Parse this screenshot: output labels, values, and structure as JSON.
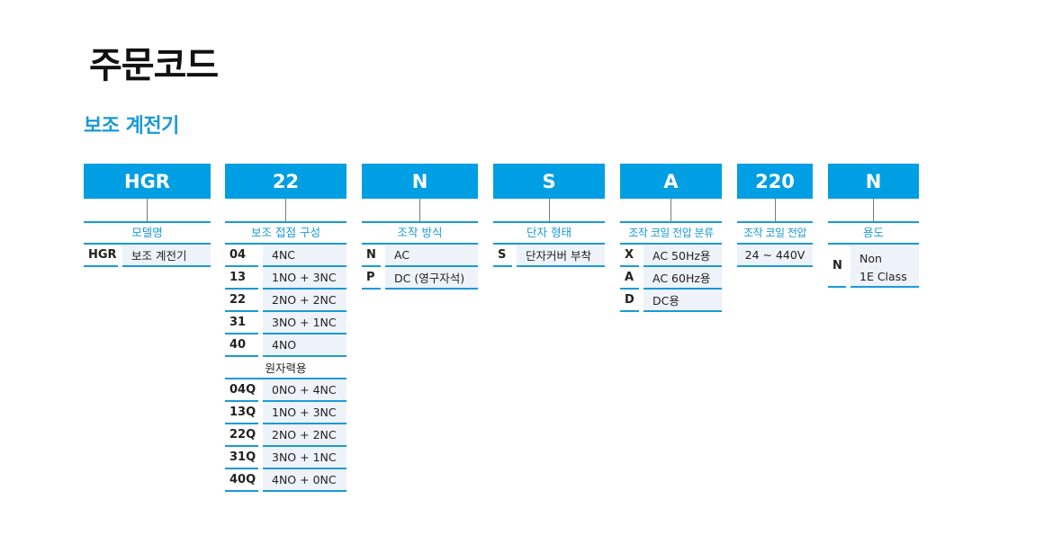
{
  "title": "주문코드",
  "subtitle": "보조 계전기",
  "columns": [
    {
      "code": "HGR",
      "label": "모델명",
      "rows": [
        {
          "code": "HGR",
          "desc": "보조 계전기"
        }
      ]
    },
    {
      "code": "22",
      "label": "보조 접점 구성",
      "rows": [
        {
          "code": "04",
          "desc": "4NC"
        },
        {
          "code": "13",
          "desc": "1NO + 3NC"
        },
        {
          "code": "22",
          "desc": "2NO + 2NC"
        },
        {
          "code": "31",
          "desc": "3NO + 1NC"
        },
        {
          "code": "40",
          "desc": "4NO"
        }
      ],
      "subheader": "원자력용",
      "rows2": [
        {
          "code": "04Q",
          "desc": "0NO + 4NC"
        },
        {
          "code": "13Q",
          "desc": "1NO + 3NC"
        },
        {
          "code": "22Q",
          "desc": "2NO + 2NC"
        },
        {
          "code": "31Q",
          "desc": "3NO + 1NC"
        },
        {
          "code": "40Q",
          "desc": "4NO + 0NC"
        }
      ]
    },
    {
      "code": "N",
      "label": "조작 방식",
      "rows": [
        {
          "code": "N",
          "desc": "AC"
        },
        {
          "code": "P",
          "desc": "DC (영구자석)"
        }
      ]
    },
    {
      "code": "S",
      "label": "단자 형태",
      "rows": [
        {
          "code": "S",
          "desc": "단자커버 부착"
        }
      ]
    },
    {
      "code": "A",
      "label": "조작 코일 전압 분류",
      "rows": [
        {
          "code": "X",
          "desc": "AC 50Hz용"
        },
        {
          "code": "A",
          "desc": "AC 60Hz용"
        },
        {
          "code": "D",
          "desc": "DC용"
        }
      ]
    },
    {
      "code": "220",
      "label": "조작 코일 전압",
      "rows": [
        {
          "desc": "24 ~ 440V"
        }
      ]
    },
    {
      "code": "N",
      "label": "용도",
      "rows": [
        {
          "code": "N",
          "desc_line1": "Non",
          "desc_line2": "1E Class"
        }
      ]
    }
  ]
}
